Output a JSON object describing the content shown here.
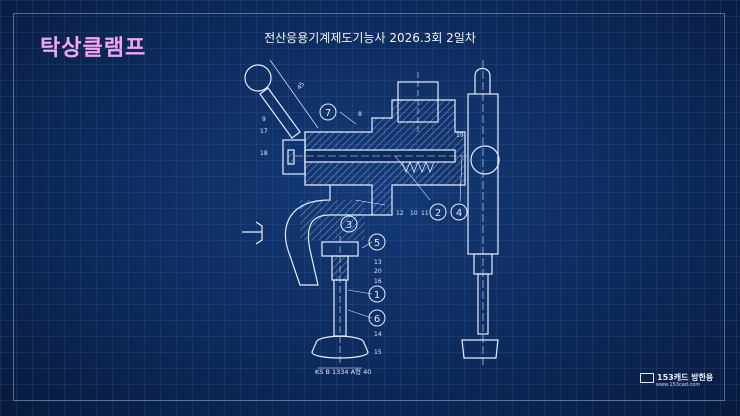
{
  "title": "탁상클램프",
  "subtitle": "전산응용기계제도기능사 2026.3회 2일차",
  "standard_note": "KS B 1334 A형 40",
  "dimension_label": "45",
  "balloons": [
    "7",
    "3",
    "2",
    "4",
    "5",
    "1",
    "6"
  ],
  "part_numbers": {
    "n8": "8",
    "n9": "9",
    "n17": "17",
    "n18": "18",
    "n19": "19",
    "n12": "12",
    "n10": "10",
    "n11": "11",
    "n13": "13",
    "n20": "20",
    "n16": "16",
    "n14": "14",
    "n15": "15"
  },
  "brand": {
    "name": "153캐드 방한용",
    "url": "www.153cad.com"
  }
}
